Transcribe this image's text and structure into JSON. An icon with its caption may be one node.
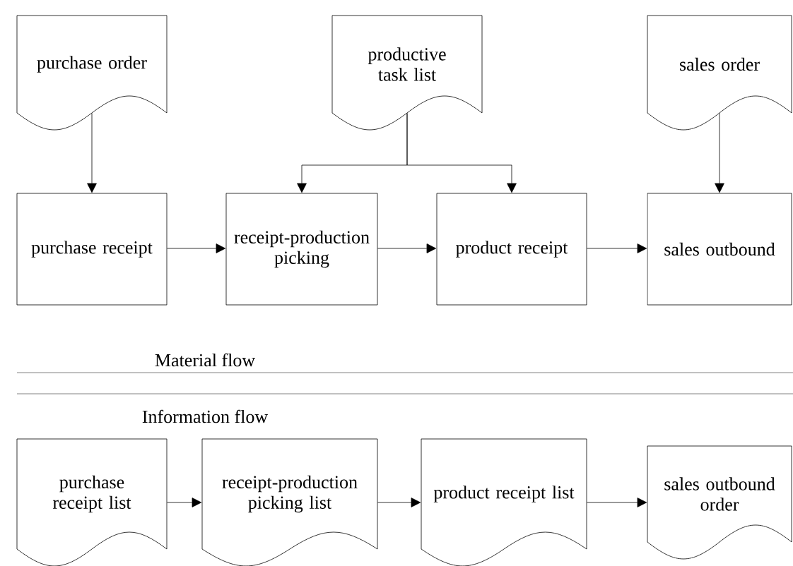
{
  "diagram": {
    "nodes": [
      {
        "text": [
          "purchase order"
        ]
      },
      {
        "text": [
          "productive task list"
        ]
      },
      {
        "text": [
          "sales order"
        ]
      },
      {
        "text": [
          "purchase receipt"
        ]
      },
      {
        "text": [
          "receipt-production picking"
        ]
      },
      {
        "text": [
          "product receipt"
        ]
      },
      {
        "text": [
          "sales outbound"
        ]
      },
      {
        "text": [
          "purchase receipt list"
        ]
      },
      {
        "text": [
          "receipt-production picking list"
        ]
      },
      {
        "text": [
          "product receipt list"
        ]
      },
      {
        "text": [
          "sales outbound order"
        ]
      }
    ],
    "edges": [
      {
        "from": 0,
        "to": 3,
        "arrow": "to"
      },
      {
        "from": 1,
        "to": 4,
        "arrow": "to"
      },
      {
        "from": 1,
        "to": 5,
        "arrow": "to"
      },
      {
        "from": 2,
        "to": 6,
        "arrow": "to"
      },
      {
        "from": 3,
        "to": 4,
        "arrow": "to"
      },
      {
        "from": 4,
        "to": 5,
        "arrow": "to"
      },
      {
        "from": 5,
        "to": 6,
        "arrow": "to"
      },
      {
        "from": 7,
        "to": 8,
        "arrow": "to"
      },
      {
        "from": 8,
        "to": 9,
        "arrow": "to"
      },
      {
        "from": 9,
        "to": 10,
        "arrow": "to"
      }
    ],
    "labels": [
      "Material flow",
      "Information flow"
    ]
  }
}
